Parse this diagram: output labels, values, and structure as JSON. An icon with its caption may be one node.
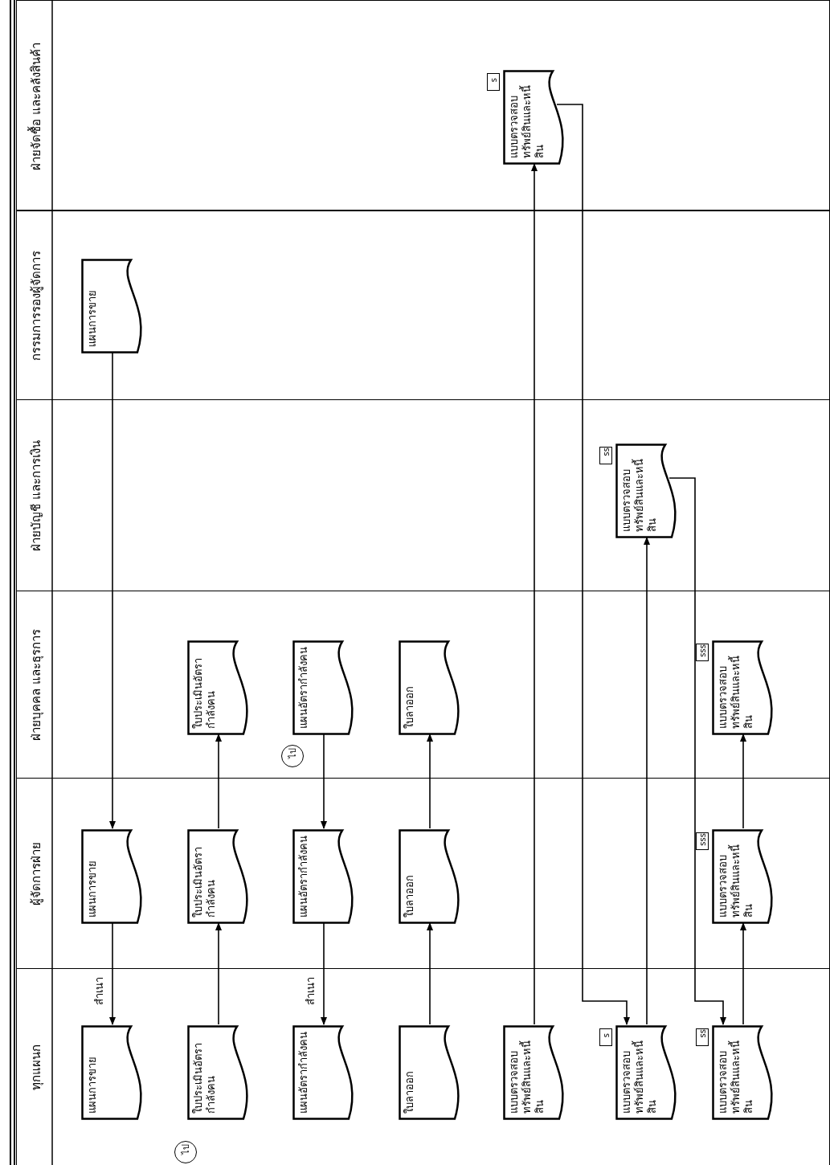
{
  "diagram": {
    "nodes": [
      {
        "text": [
          "ทุกแผนก"
        ]
      },
      {
        "text": [
          "ผู้จัดการฝ่าย"
        ]
      },
      {
        "text": [
          "ฝ่ายบุคคล และธุรการ"
        ]
      },
      {
        "text": [
          "ฝ่ายบัญชี และการเงิน"
        ]
      },
      {
        "text": [
          "กรรมการรองผู้จัดการ"
        ]
      },
      {
        "text": [
          "ฝ่ายจัดซื้อ และคลังสินค้า"
        ]
      },
      {
        "text": [
          "แผนการขาย"
        ],
        "in": 0
      },
      {
        "text": [
          "แผนการขาย"
        ],
        "in": 1
      },
      {
        "text": [
          "แผนการขาย"
        ],
        "in": 4
      },
      {
        "text": [
          "ใบประเมินอัตรากำลังคน"
        ],
        "in": 0
      },
      {
        "text": [
          "ใบประเมินอัตรากำลังคน"
        ],
        "in": 1
      },
      {
        "text": [
          "ใบประเมินอัตรากำลังคน"
        ],
        "in": 2
      },
      {
        "text": [
          "ไป"
        ],
        "in": 0
      },
      {
        "text": [
          "แผนอัตรากำลังคน"
        ],
        "in": 2
      },
      {
        "text": [
          "แผนอัตรากำลังคน"
        ],
        "in": 1
      },
      {
        "text": [
          "แผนอัตรากำลังคน"
        ],
        "in": 0
      },
      {
        "text": [
          "ไป"
        ],
        "in": 2
      },
      {
        "text": [
          "ใบลาออก"
        ],
        "in": 0
      },
      {
        "text": [
          "ใบลาออก"
        ],
        "in": 1
      },
      {
        "text": [
          "ใบลาออก"
        ],
        "in": 2
      },
      {
        "text": [
          "แบบตรวจสอบทรัพย์สินและหนี้สิน"
        ],
        "in": 0
      },
      {
        "text": [
          "แบบตรวจสอบทรัพย์สินและหนี้สิน"
        ],
        "in": 5,
        "beside": [
          "s"
        ]
      },
      {
        "text": [
          "แบบตรวจสอบทรัพย์สินและหนี้สิน"
        ],
        "in": 0,
        "beside": [
          "s"
        ]
      },
      {
        "text": [
          "แบบตรวจสอบทรัพย์สินและหนี้สิน"
        ],
        "in": 3,
        "beside": [
          "ss"
        ]
      },
      {
        "text": [
          "แบบตรวจสอบทรัพย์สินและหนี้สิน"
        ],
        "in": 0,
        "beside": [
          "ss"
        ]
      },
      {
        "text": [
          "แบบตรวจสอบทรัพย์สินและหนี้สิน"
        ],
        "in": 1,
        "beside": [
          "sss"
        ]
      },
      {
        "text": [
          "แบบตรวจสอบทรัพย์สินและหนี้สิน"
        ],
        "in": 2,
        "beside": [
          "sss"
        ]
      }
    ],
    "edges": [
      {
        "from": 8,
        "to": 7,
        "arrow": "to"
      },
      {
        "from": 7,
        "to": 6,
        "arrow": "to",
        "label": "สำเนา"
      },
      {
        "from": 9,
        "to": 10,
        "arrow": "to"
      },
      {
        "from": 10,
        "to": 11,
        "arrow": "to"
      },
      {
        "from": 13,
        "to": 14,
        "arrow": "to"
      },
      {
        "from": 14,
        "to": 15,
        "arrow": "to",
        "label": "สำเนา"
      },
      {
        "from": 17,
        "to": 18,
        "arrow": "to"
      },
      {
        "from": 18,
        "to": 19,
        "arrow": "to"
      },
      {
        "from": 20,
        "to": 21,
        "arrow": "to"
      },
      {
        "from": 21,
        "to": 22,
        "arrow": "to"
      },
      {
        "from": 22,
        "to": 23,
        "arrow": "to"
      },
      {
        "from": 23,
        "to": 24,
        "arrow": "to"
      },
      {
        "from": 24,
        "to": 25,
        "arrow": "to"
      },
      {
        "from": 25,
        "to": 26,
        "arrow": "to"
      }
    ]
  }
}
